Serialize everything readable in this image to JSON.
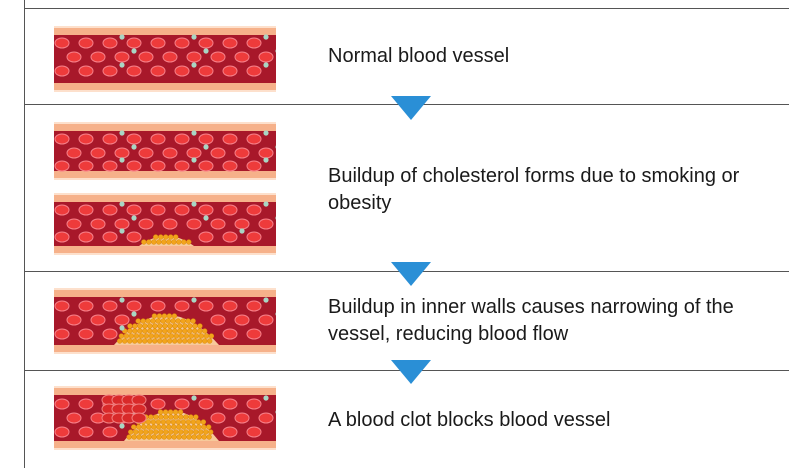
{
  "stages": [
    {
      "caption": "Normal blood vessel"
    },
    {
      "caption": "Buildup of cholesterol forms due to smoking or obesity"
    },
    {
      "caption": "Buildup in inner walls causes narrowing of the vessel, reducing blood flow"
    },
    {
      "caption": "A blood clot blocks blood vessel"
    }
  ],
  "colors": {
    "vessel_wall": "#f6b18a",
    "vessel_wall_light": "#fde0cc",
    "vessel_lumen": "#a8182a",
    "red_cell": "#ee3b3b",
    "white_cell": "#a9d6c4",
    "plaque": "#f2a41c",
    "arrow": "#2a8fd6"
  }
}
